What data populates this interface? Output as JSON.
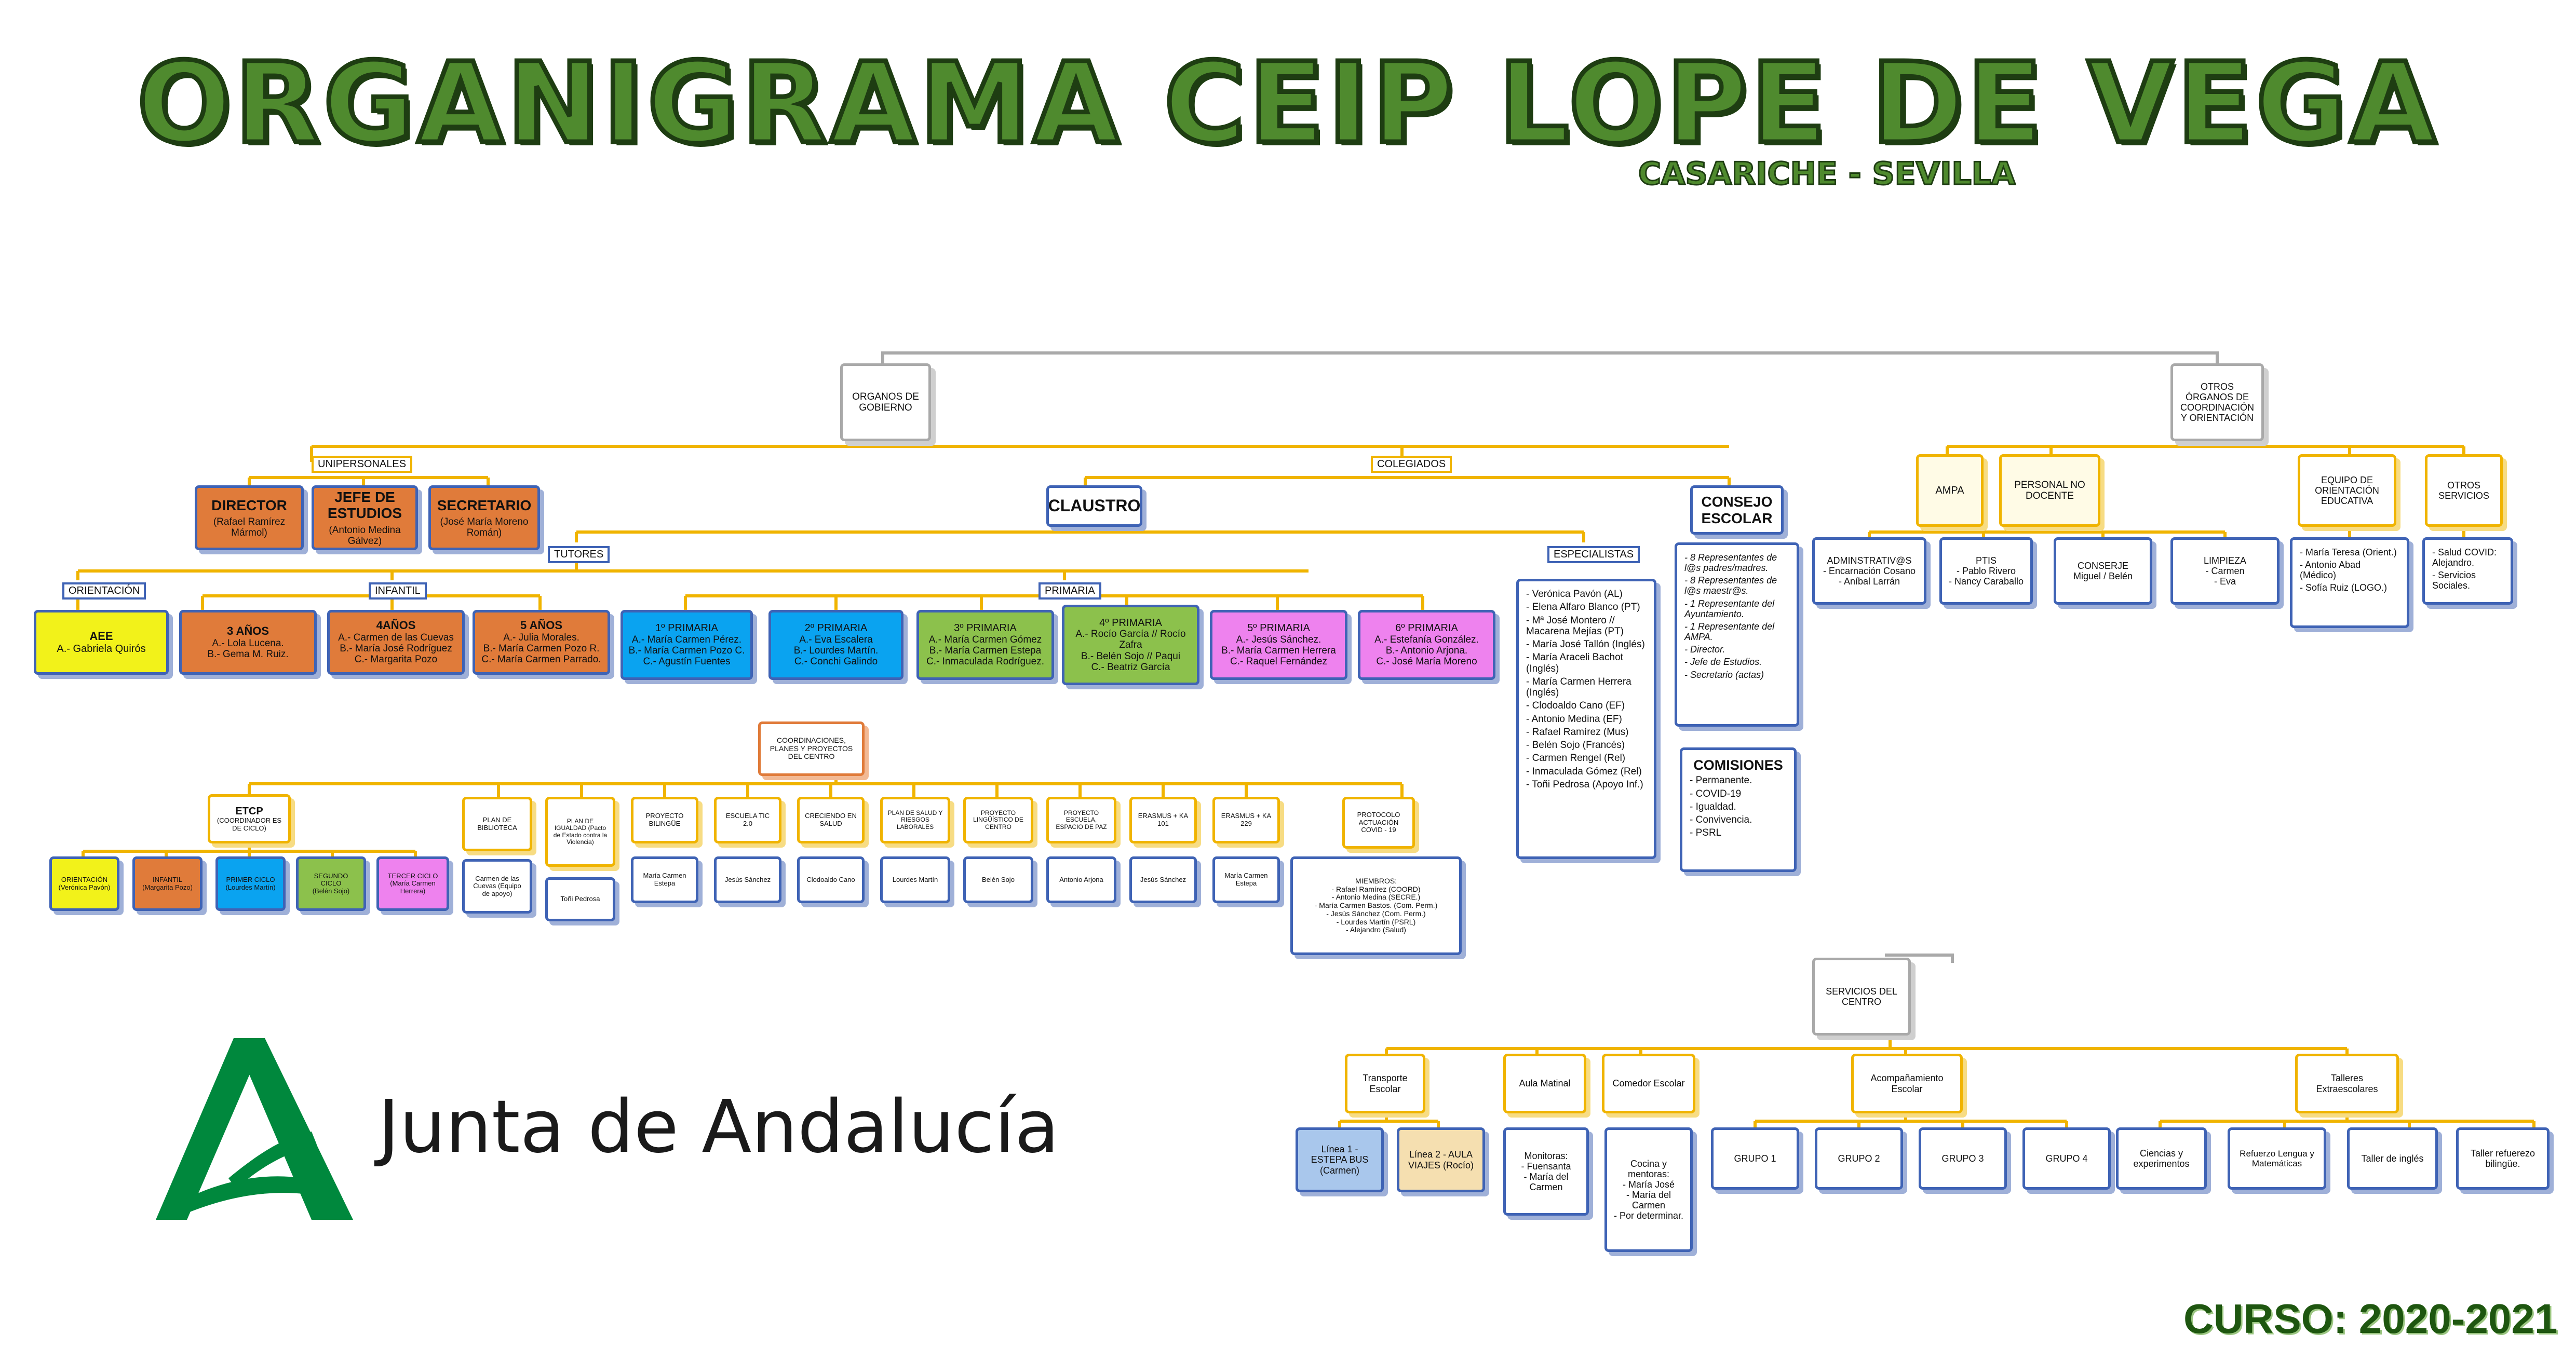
{
  "header": {
    "title": "ORGANIGRAMA CEIP LOPE DE VEGA",
    "subtitle": "CASARICHE - SEVILLA",
    "course": "CURSO: 2020-2021"
  },
  "logo": {
    "text": "Junta de Andalucía",
    "icon": "junta-de-andalucia-logo",
    "color": "#007a3d"
  },
  "colors": {
    "title_fill": "#4f8a2e",
    "connector_yellow": "#f0b400",
    "connector_grey": "#a9a9a9",
    "box_border_blue": "#3f63b5",
    "orange": "#e07b3a",
    "yellow": "#f2f21a",
    "blue": "#0aa3f0",
    "green": "#8cc14c",
    "pink": "#ee82ee",
    "tan": "#f5dfb0",
    "light_blue": "#a9c7ec"
  },
  "top": {
    "organos_gobierno": "ORGANOS DE GOBIERNO",
    "otros_organos": "OTROS ÓRGANOS DE COORDINACIÓN Y ORIENTACIÓN"
  },
  "labels": {
    "unipersonales": "UNIPERSONALES",
    "colegiados": "COLEGIADOS",
    "tutores": "TUTORES",
    "especialistas": "ESPECIALISTAS",
    "orientacion": "ORIENTACIÓN",
    "infantil": "INFANTIL",
    "primaria": "PRIMARIA"
  },
  "unipersonales": [
    {
      "title": "DIRECTOR",
      "text": "(Rafael Ramírez Mármol)"
    },
    {
      "title": "JEFE DE ESTUDIOS",
      "text": "(Antonio Medina Gálvez)"
    },
    {
      "title": "SECRETARIO",
      "text": "(José María Moreno Román)"
    }
  ],
  "claustro": "CLAUSTRO",
  "consejo": {
    "title": "CONSEJO ESCOLAR",
    "items": [
      "- 8 Representantes de l@s padres/madres.",
      "- 8 Representantes de l@s maestr@s.",
      "- 1 Representante del Ayuntamiento.",
      "- 1 Representante del AMPA.",
      "- Director.",
      "- Jefe de Estudios.",
      "- Secretario (actas)"
    ]
  },
  "comisiones": {
    "title": "COMISIONES",
    "items": [
      "- Permanente.",
      "- COVID-19",
      "- Igualdad.",
      "- Convivencia.",
      "- PSRL"
    ]
  },
  "especialistas": [
    "- Verónica Pavón (AL)",
    "- Elena Alfaro Blanco (PT)",
    "- Mª José Montero // Macarena Mejías (PT)",
    "- María José Tallón (Inglés)",
    "- María Araceli Bachot (Inglés)",
    "- María Carmen Herrera (Inglés)",
    "- Clodoaldo Cano (EF)",
    "- Antonio Medina (EF)",
    "- Rafael Ramírez (Mus)",
    "- Belén Sojo (Francés)",
    "- Carmen Rengel (Rel)",
    "- Inmaculada Gómez (Rel)",
    "- Toñi Pedrosa (Apoyo Inf.)"
  ],
  "aee": {
    "title": "AEE",
    "lines": [
      "A.- Gabriela Quirós"
    ]
  },
  "infantil": [
    {
      "title": "3 AÑOS",
      "lines": [
        "A.- Lola Lucena.",
        "B.- Gema M. Ruiz."
      ]
    },
    {
      "title": "4AÑOS",
      "lines": [
        "A.- Carmen de las Cuevas",
        "B.- María José Rodríguez",
        "C.- Margarita Pozo"
      ]
    },
    {
      "title": "5 AÑOS",
      "lines": [
        "A.- Julia Morales.",
        "B.- María Carmen Pozo R.",
        "C.- María Carmen Parrado."
      ]
    }
  ],
  "primaria": [
    {
      "title": "1º PRIMARIA",
      "lines": [
        "A.- María Carmen Pérez.",
        "B.- María Carmen Pozo C.",
        "C.- Agustín Fuentes"
      ]
    },
    {
      "title": "2º PRIMARIA",
      "lines": [
        "A.- Eva Escalera",
        "B.- Lourdes Martín.",
        "C.- Conchi Galindo"
      ]
    },
    {
      "title": "3º PRIMARIA",
      "lines": [
        "A.- María Carmen Gómez",
        "B.- María Carmen Estepa",
        "C.- Inmaculada Rodríguez."
      ]
    },
    {
      "title": "4º PRIMARIA",
      "lines": [
        "A.- Rocío García // Rocío Zafra",
        "B.- Belén Sojo // Paqui",
        "C.- Beatriz García"
      ]
    },
    {
      "title": "5º PRIMARIA",
      "lines": [
        "A.- Jesús Sánchez.",
        "B.- María Carmen Herrera",
        "C.- Raquel Fernández"
      ]
    },
    {
      "title": "6º PRIMARIA",
      "lines": [
        "A.- Estefanía González.",
        "B.- Antonio Arjona.",
        "C.- José María Moreno"
      ]
    }
  ],
  "coordinaciones": {
    "title": "COORDINACIONES, PLANES Y PROYECTOS DEL CENTRO",
    "etcp": {
      "title": "ETCP",
      "sub": "(COORDINADOR ES DE CICLO)"
    },
    "ciclos": [
      {
        "title": "ORIENTACIÓN",
        "name": "(Verónica Pavón)"
      },
      {
        "title": "INFANTIL",
        "name": "(Margarita Pozo)"
      },
      {
        "title": "PRIMER CICLO",
        "name": "(Lourdes Martín)"
      },
      {
        "title": "SEGUNDO CICLO",
        "name": "(Belén Sojo)"
      },
      {
        "title": "TERCER CICLO",
        "name": "(María Carmen Herrera)"
      }
    ],
    "plans": [
      {
        "title": "PLAN DE BIBLIOTECA",
        "name": "Carmen de las Cuevas (Equipo de apoyo)"
      },
      {
        "title": "PLAN DE IGUALDAD (Pacto de Estado contra la Violencia)",
        "name": "Toñi Pedrosa"
      },
      {
        "title": "PROYECTO BILINGÜE",
        "name": "María Carmen Estepa"
      },
      {
        "title": "ESCUELA TIC 2.0",
        "name": "Jesús Sánchez"
      },
      {
        "title": "CRECIENDO EN SALUD",
        "name": "Clodoaldo Cano"
      },
      {
        "title": "PLAN DE SALUD Y RIESGOS LABORALES",
        "name": "Lourdes Martín"
      },
      {
        "title": "PROYECTO LINGÜÍSTICO DE CENTRO",
        "name": "Belén Sojo"
      },
      {
        "title": "PROYECTO ESCUELA, ESPACIO DE PAZ",
        "name": "Antonio Arjona"
      },
      {
        "title": "ERASMUS + KA 101",
        "name": "Jesús Sánchez"
      },
      {
        "title": "ERASMUS + KA 229",
        "name": "María Carmen Estepa"
      }
    ],
    "covid": {
      "title": "PROTOCOLO ACTUACIÓN COVID - 19",
      "members": [
        "MIEMBROS:",
        "- Rafael Ramírez (COORD)",
        "- Antonio Medina (SECRE.)",
        "- María Carmen Bastos. (Com. Perm.)",
        "- Jesús Sánchez (Com. Perm.)",
        "- Lourdes Martín (PSRL)",
        "- Alejandro (Salud)"
      ]
    }
  },
  "otros": {
    "ampa": "AMPA",
    "pnd": {
      "title": "PERSONAL NO DOCENTE",
      "children": [
        {
          "title": "ADMINSTRATIV@S",
          "lines": [
            "- Encarnación Cosano",
            "- Aníbal Larrán"
          ]
        },
        {
          "title": "PTIS",
          "lines": [
            "- Pablo Rivero",
            "- Nancy Caraballo"
          ]
        },
        {
          "title": "CONSERJE",
          "lines": [
            "Miguel / Belén"
          ]
        },
        {
          "title": "LIMPIEZA",
          "lines": [
            "- Carmen",
            "- Eva"
          ]
        }
      ]
    },
    "eoe": {
      "title": "EQUIPO DE ORIENTACIÓN EDUCATIVA",
      "lines": [
        "- María Teresa (Orient.)",
        "- Antonio Abad (Médico)",
        "- Sofía Ruiz (LOGO.)"
      ]
    },
    "otros_servicios": {
      "title": "OTROS SERVICIOS",
      "lines": [
        "- Salud COVID: Alejandro.",
        "- Servicios Sociales."
      ]
    }
  },
  "servicios": {
    "title": "SERVICIOS DEL CENTRO",
    "transporte": {
      "title": "Transporte Escolar",
      "children": [
        "Línea 1 - ESTEPA BUS (Carmen)",
        "Línea 2 - AULA VIAJES (Rocío)"
      ]
    },
    "aula": {
      "title": "Aula Matinal",
      "lines": [
        "Monitoras:",
        "- Fuensanta",
        "- María del Carmen"
      ]
    },
    "comedor": {
      "title": "Comedor Escolar",
      "lines": [
        "Cocina y mentoras:",
        "- María José",
        "- María del Carmen",
        "- Por determinar."
      ]
    },
    "acompanamiento": {
      "title": "Acompañamiento Escolar",
      "children": [
        "GRUPO 1",
        "GRUPO 2",
        "GRUPO 3",
        "GRUPO 4"
      ]
    },
    "talleres": {
      "title": "Talleres Extraescolares",
      "children": [
        "Ciencias y experimentos",
        "Refuerzo Lengua y Matemáticas",
        "Taller de inglés",
        "Taller refuerezo bilingüe."
      ]
    }
  }
}
